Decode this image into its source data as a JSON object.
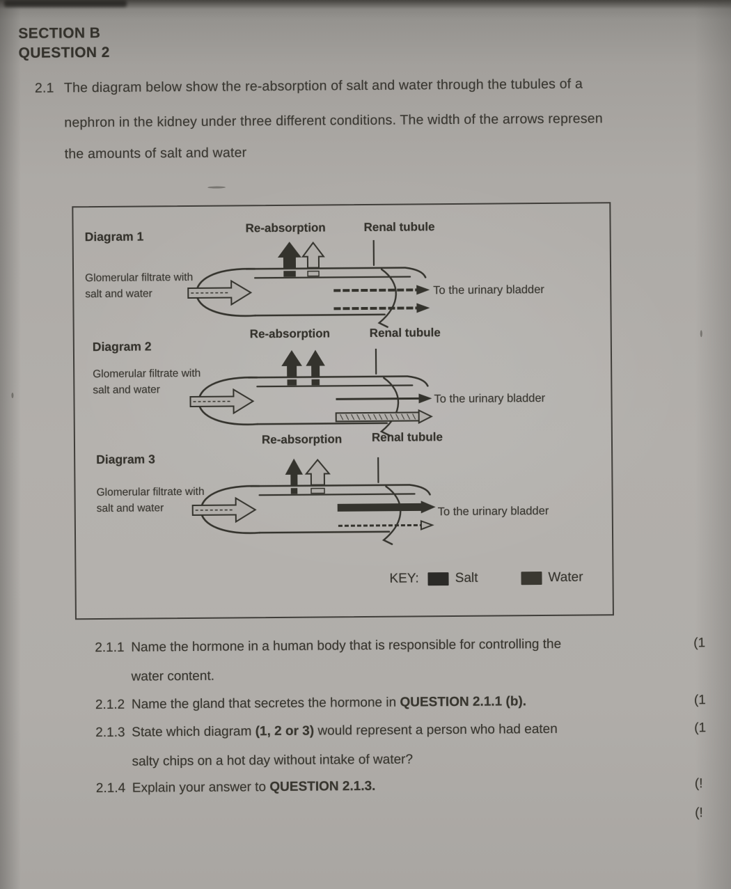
{
  "header": {
    "section": "SECTION B",
    "question": "QUESTION 2"
  },
  "intro": {
    "number": "2.1",
    "line1": "The diagram below show the re-absorption of salt and water through the tubules of a",
    "line2": "nephron in the kidney under three different conditions. The width of the arrows represen",
    "line3": "the amounts of salt and water"
  },
  "diagrams": [
    {
      "title": "Diagram 1",
      "reabsorption_label": "Re-absorption",
      "renal_tubule_label": "Renal tubule",
      "filtrate_line1": "Glomerular filtrate with",
      "filtrate_line2": "salt and water",
      "bladder_label": "To the urinary bladder",
      "salt_up": {
        "width": 16,
        "style": "solid"
      },
      "water_up": {
        "width": 16,
        "style": "outline"
      },
      "salt_out": {
        "style": "line",
        "width": 4,
        "head": "solid",
        "dash": "10,3"
      },
      "water_out": {
        "style": "line",
        "width": 4,
        "head": "solid",
        "dash": "10,3"
      }
    },
    {
      "title": "Diagram 2",
      "reabsorption_label": "Re-absorption",
      "renal_tubule_label": "Renal tubule",
      "filtrate_line1": "Glomerular filtrate with",
      "filtrate_line2": "salt and water",
      "bladder_label": "To the urinary bladder",
      "salt_up": {
        "width": 12,
        "style": "solid"
      },
      "water_up": {
        "width": 10,
        "style": "solid"
      },
      "salt_out": {
        "style": "line",
        "width": 3,
        "head": "solid",
        "dash": "none"
      },
      "water_out": {
        "style": "block",
        "height": 12,
        "fill": "outline",
        "head": "open",
        "hatch": true
      }
    },
    {
      "title": "Diagram 3",
      "reabsorption_label": "Re-absorption",
      "renal_tubule_label": "Renal tubule",
      "filtrate_line1": "Glomerular filtrate with",
      "filtrate_line2": "salt and water",
      "bladder_label": "To the urinary bladder",
      "salt_up": {
        "width": 8,
        "style": "solid"
      },
      "water_up": {
        "width": 19,
        "style": "outline"
      },
      "salt_out": {
        "style": "block",
        "height": 9,
        "fill": "solid",
        "head": "solid"
      },
      "water_out": {
        "style": "line",
        "width": 3,
        "head": "open",
        "dash": "6,3"
      }
    }
  ],
  "key": {
    "label": "KEY:",
    "salt_label": "Salt",
    "water_label": "Water",
    "salt_color": "#2b2a27",
    "water_color": "#3a3831"
  },
  "questions": [
    {
      "number": "2.1.1",
      "text_pre": "Name the hormone in a human body that is responsible for controlling the",
      "text_bold": "",
      "text_post": "",
      "line2": "water content.",
      "marks": "(1"
    },
    {
      "number": "2.1.2",
      "text_pre": "Name the gland that secretes the hormone in ",
      "text_bold": "QUESTION 2.1.1 (b).",
      "text_post": "",
      "line2": "",
      "marks": "(1"
    },
    {
      "number": "2.1.3",
      "text_pre": "State which diagram ",
      "text_bold": "(1, 2 or 3)",
      "text_post": " would represent a person who had eaten",
      "line2": "salty chips on a hot day without intake of water?",
      "marks": "(1"
    },
    {
      "number": "2.1.4",
      "text_pre": "Explain your answer to ",
      "text_bold": "QUESTION 2.1.3.",
      "text_post": "",
      "line2": "",
      "marks": "(!"
    }
  ],
  "extra_mark": "(!",
  "ink_color": "#34332d",
  "paper_color": "#b1aeaa"
}
